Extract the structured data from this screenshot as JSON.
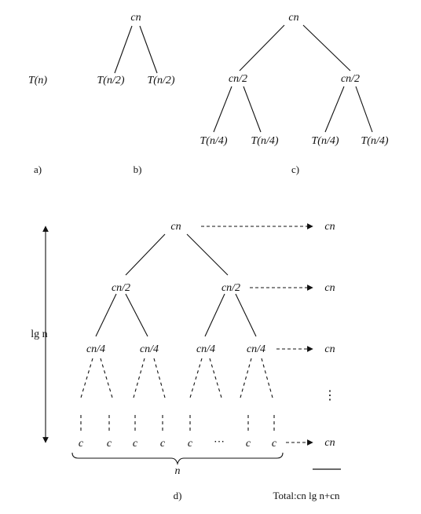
{
  "panel_a": {
    "tn": "T(n)",
    "label": "a)"
  },
  "panel_b": {
    "root": "cn",
    "left": "T(n/2)",
    "right": "T(n/2)",
    "label": "b)"
  },
  "panel_c": {
    "root": "cn",
    "level1": [
      "cn/2",
      "cn/2"
    ],
    "level2": [
      "T(n/4)",
      "T(n/4)",
      "T(n/4)",
      "T(n/4)"
    ],
    "label": "c)"
  },
  "panel_d": {
    "root": "cn",
    "level1": [
      "cn/2",
      "cn/2"
    ],
    "level2": [
      "cn/4",
      "cn/4",
      "cn/4",
      "cn/4"
    ],
    "leaves": [
      "c",
      "c",
      "c",
      "c",
      "c",
      "⋯",
      "c",
      "c"
    ],
    "height_label": "lg n",
    "leaf_count_label": "n",
    "level_costs": [
      "cn",
      "cn",
      "cn",
      "cn"
    ],
    "vdots": "⋮",
    "total": "Total:cn lg n+cn",
    "label": "d)"
  }
}
